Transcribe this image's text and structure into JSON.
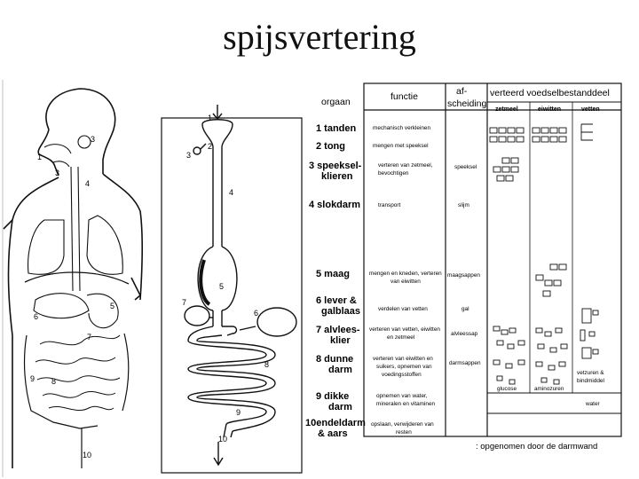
{
  "title": "spijsvertering",
  "headers": {
    "organ": "orgaan",
    "function": "functie",
    "secretion_1": "af-",
    "secretion_2": "scheiding",
    "digested": "verteerd voedselbestanddeel",
    "starch": "zetmeel",
    "protein": "eiwitten",
    "fats": "vetten"
  },
  "rows": [
    {
      "organ_1": "1 tanden",
      "organ_2": "",
      "function_1": "mechanisch verkleinen",
      "function_2": "",
      "function_3": "",
      "secretion": ""
    },
    {
      "organ_1": "2 tong",
      "organ_2": "",
      "function_1": "mengen met speeksel",
      "function_2": "",
      "function_3": "",
      "secretion": ""
    },
    {
      "organ_1": "3 speeksel-",
      "organ_2": "klieren",
      "function_1": "verteren van zetmeel,",
      "function_2": "bevochtigen",
      "function_3": "",
      "secretion": "speeksel"
    },
    {
      "organ_1": "4 slokdarm",
      "organ_2": "",
      "function_1": "transport",
      "function_2": "",
      "function_3": "",
      "secretion": "slijm"
    },
    {
      "organ_1": "5 maag",
      "organ_2": "",
      "function_1": "mengen en kneden, verteren",
      "function_2": "van eiwitten",
      "function_3": "",
      "secretion": "maagsappen"
    },
    {
      "organ_1": "6 lever &",
      "organ_2": "galblaas",
      "function_1": "verdelen van vetten",
      "function_2": "",
      "function_3": "",
      "secretion": "gal"
    },
    {
      "organ_1": "7 alvlees-",
      "organ_2": "klier",
      "function_1": "verteren van vetten, eiwitten",
      "function_2": "en zetmeel",
      "function_3": "",
      "secretion": "alvleessap"
    },
    {
      "organ_1": "8 dunne",
      "organ_2": "darm",
      "function_1": "verteren van eiwitten en",
      "function_2": "suikers, opnemen van",
      "function_3": "voedingsstoffen",
      "secretion": "darmsappen"
    },
    {
      "organ_1": "9 dikke",
      "organ_2": "darm",
      "function_1": "opnemen van water,",
      "function_2": "mineralen en vitaminen",
      "function_3": "",
      "secretion": ""
    },
    {
      "organ_1": "10endeldarm",
      "organ_2": "& aars",
      "function_1": "opslaan, verwijderen van",
      "function_2": "resten",
      "function_3": "",
      "secretion": ""
    }
  ],
  "products": {
    "glucose": "glucose",
    "amino": "aminozuren",
    "fatty_1": "vetzuren &",
    "fatty_2": "bindmiddel",
    "water": "water"
  },
  "footnote": ": opgenomen door de darmwand",
  "body_labels": [
    "1",
    "2",
    "3",
    "4",
    "5",
    "6",
    "7",
    "8",
    "9",
    "10"
  ]
}
